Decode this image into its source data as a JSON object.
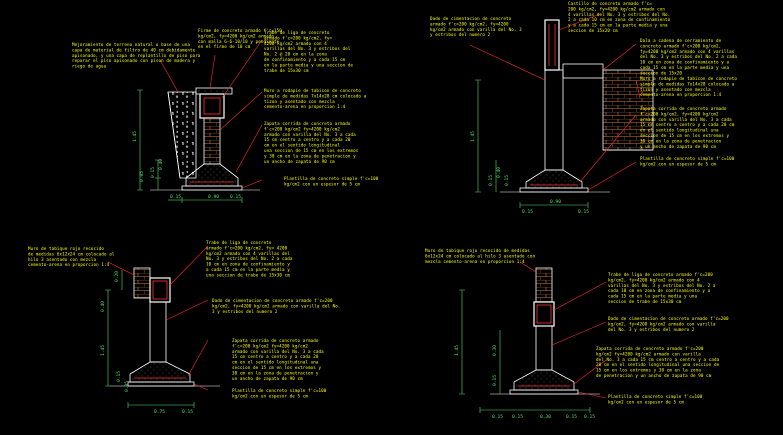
{
  "colors": {
    "background": "#000000",
    "lines": "#ffffff",
    "notes": "#ffff00",
    "dims": "#4de36b",
    "hatch": "#c87b3a",
    "rebar": "#ff3030",
    "leader": "#ff2a2a"
  },
  "details": [
    {
      "id": "detail-top-left",
      "notes": [
        [
          "Mejoramiento de terreno natural o base de una",
          "capa de material de filtro de 40 cm debidamente",
          "apisonado, y una capa de replantillo de piso para",
          "reparar el piso apisonado con pison de madera y",
          "riego de agua"
        ],
        [
          "Firme de concreto armado f'c=150",
          "kg/cm2, fy=4200 kg/cm2 armado",
          "con malla 6-6-10/10 y pendiente",
          "en el firme de 10 cm"
        ],
        [
          "Trabe de liga de concreto",
          "armado f'c=200 kg/cm2, fy=",
          "4200 kg/cm2 armado con 4",
          "varillas del No. 3 y estribos del",
          "No. 2 @ 20 cm en la zona",
          "de confinamiento y a cada 15 cm",
          "en la parte media y una seccion de",
          "trabe de 15x30 cm"
        ],
        [
          "Muro a rodapie de tabicon de concreto",
          "simple de medidas 7x14x28 cm colocado a",
          "tizon y asentado con mezcla",
          "cemento-arena en proporcion 1:4"
        ],
        [
          "Zapata corrida de concreto armado",
          "f'c=200 kg/cm2 fy=4200 kg/cm2",
          "armado con varilla del No. 3 a cada",
          "15 cm centro a centro y a cada 20",
          "cm en el sentido longitudinal",
          "una seccion de 15 cm en los extremos",
          "y 30 cm en la zona de penetracion y",
          "un ancho de zapata de 90 cm"
        ],
        [
          "Plantilla de concreto simple f'c=100",
          "kg/cm2 con un espesor de 5 cm"
        ]
      ],
      "dims": [
        "0.90",
        "0.15",
        "0.05",
        "1.45",
        "0.15",
        "0.40",
        "0.15"
      ]
    },
    {
      "id": "detail-top-right",
      "notes": [
        [
          "Castillo de concreto armado f'c=",
          "200 kg/cm2, fy=4200 kg/cm2 armado con",
          "4 varillas del No. 3 y estribos del No.",
          "2 a cada 10 cm en zona de confinamiento",
          "y a cada 15 cm en la parte media y una",
          "seccion de 15x20 cm"
        ],
        [
          "Dado de cimentacion de concreto",
          "armado f'c=200 kg/cm2, fy=4200",
          "kg/cm2 armado con varilla del No. 3",
          "y estribos del numero 2"
        ],
        [
          "Dala a cadena de cerramiento de",
          "concreto armado f'c=200 kg/cm2,",
          "fy=4200 kg/cm2 armado con 4 varillas",
          "del No. 3 y estribos del No. 2 a cada",
          "10 cm en zona de confinamiento y a",
          "cada 15 cm en la parte media y una",
          "seccion de 15x20"
        ],
        [
          "Muro a rodapie de tabicon de concreto",
          "simple de medidas 7x14x28 colocado a",
          "tizon y asentado con mezcla",
          "cemento-arena en proporcion 1:4"
        ],
        [
          "Zapata corrida de concreto armado",
          "f'c=200 kg/cm2, fy=4200 kg/cm2",
          "armado con varilla del No. 3 a cada",
          "15 cm centro a centro y a cada 20 cm",
          "en el sentido longitudinal una",
          "seccion de 15 cm en los extremos y",
          "30 cm en la zona de penetracion",
          "y un ancho de zapata de 90 cm"
        ],
        [
          "Plantilla de concreto simple f'c=100",
          "kg/cm2 con un espesor de 5 cm"
        ]
      ],
      "dims": [
        "0.15",
        "0.90",
        "0.15",
        "1.45",
        "0.15",
        "0.40",
        "0.15"
      ]
    },
    {
      "id": "detail-bottom-left",
      "notes": [
        [
          "Muro de tabique rojo recocido",
          "de medidas 6x12x24 cm colocado al",
          "hilo 3 asentado con mezcla",
          "cemento-arena en proporcion 1:4"
        ],
        [
          "Trabe de liga de concreto",
          "armado f'c=200 kg/cm2, fy= 4200",
          "kg/cm2 armado con 4 varillas del",
          "No. 3 y estribos del No. 2 a cada",
          "10 cm en zona de confinamiento y",
          "a cada 15 cm en la parte media y",
          "una seccion de trabe de 15x30 cm"
        ],
        [
          "Dado de cimentacion de concreto armado f'c=200",
          "kg/cm2, fy=4200 kg/cm2 armado con varilla del No.",
          "3 y estribos del numero 2"
        ],
        [
          "Zapata corrida de concreto armado",
          "f'c=200 kg/cm2 fy=4200 kg/cm2",
          "armado con varilla del No. 3 a cada",
          "15 cm centro a centro y a cada 20",
          "cm en el sentido longitudinal una",
          "seccion de 15 cm en los extremos y",
          "30 cm en la zona de penetracion y",
          "un ancho de zapata de 90 cm"
        ],
        [
          "Plantilla de concreto simple f'c=100",
          "kg/cm2 con un espesor de 5 cm"
        ]
      ],
      "dims": [
        "0.20",
        "0.40",
        "1.45",
        "0.15",
        "0.05",
        "0.75",
        "0.15"
      ]
    },
    {
      "id": "detail-bottom-right",
      "notes": [
        [
          "Muro de tabique rojo recocido de medidas",
          "6x12x24 cm colocado al hilo 3 asentado con",
          "mezcla cemento-arena en proporcion 1:4"
        ],
        [
          "Trabe de liga de concreto armado f'c=200",
          "kg/cm2, fy=4200 kg/cm2 armado con 4",
          "varillas del No. 3 y estribos del No. 2 a",
          "cada 10 cm en zona de confinamiento y a",
          "cada 15 cm en la parte media y una",
          "seccion de trabe de 15x30 cm"
        ],
        [
          "Dado de cimentacion de concreto armado f'c=200",
          "kg/cm2, fy=4200 kg/cm2 armado con varilla",
          "del No. 3 y estribos del numero 2"
        ],
        [
          "Zapata corrida de concreto armado f'c=200",
          "kg/cm2 fy=4200 kg/cm2 armado con varilla",
          "del No. 3 a cada 15 cm centro a centro y a cada",
          "20 cm en el sentido longitudinal una seccion de",
          "15 cm en los extremos y 30 cm en la zona",
          "de penetracion y un ancho de zapata de 90 cm"
        ],
        [
          "Plantilla de concreto simple f'c=100",
          "kg/cm2 con un espesor de 5 cm"
        ]
      ],
      "dims": [
        "1.45",
        "0.15",
        "0.30",
        "0.15",
        "0.15",
        "0.30",
        "0.15",
        "0.15"
      ]
    }
  ]
}
